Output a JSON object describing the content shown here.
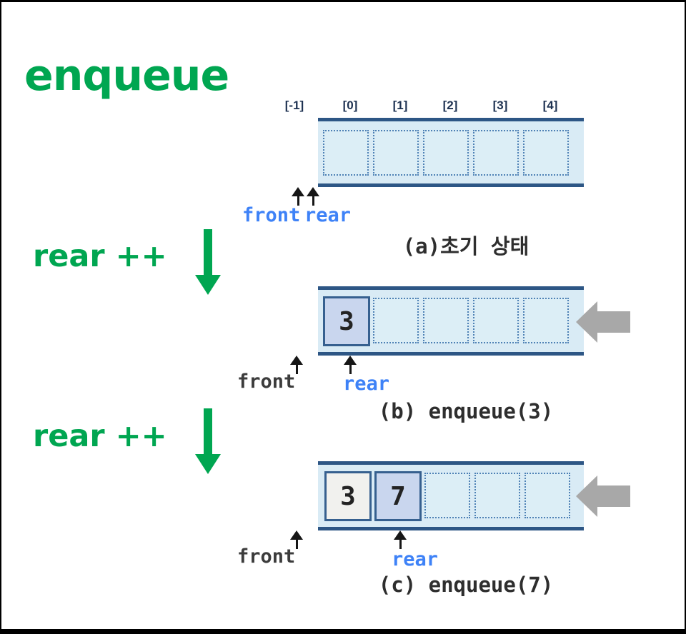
{
  "title": "enqueue",
  "colors": {
    "accent_green": "#00a651",
    "pointer_blue": "#3e82f7",
    "band_fill": "#d9ebf5",
    "band_border": "#2d5685",
    "cell_dotted_border": "#4e81b5",
    "cell_highlight_fill": "#c9d6ee",
    "cell_plain_fill": "#f1f1ee",
    "cell_solid_border": "#36608f",
    "insert_arrow_gray": "#a8a8a8",
    "index_navy": "#1e3252",
    "caption_dark": "#2e2e2e"
  },
  "operations": [
    {
      "label": "rear ++",
      "icon": "down-arrow"
    },
    {
      "label": "rear ++",
      "icon": "down-arrow"
    }
  ],
  "index_labels": [
    "[-1]",
    "[0]",
    "[1]",
    "[2]",
    "[3]",
    "[4]"
  ],
  "queues": [
    {
      "id": "a",
      "caption": "(a)초기 상태",
      "front_label": "front",
      "rear_label": "rear",
      "front_index": -1,
      "rear_index": -1,
      "cells": [
        {
          "value": "",
          "state": "empty"
        },
        {
          "value": "",
          "state": "empty"
        },
        {
          "value": "",
          "state": "empty"
        },
        {
          "value": "",
          "state": "empty"
        },
        {
          "value": "",
          "state": "empty"
        }
      ]
    },
    {
      "id": "b",
      "caption": "(b) enqueue(3)",
      "front_label": "front",
      "rear_label": "rear",
      "front_index": -1,
      "rear_index": 0,
      "has_insert_arrow": true,
      "cells": [
        {
          "value": "3",
          "state": "highlight"
        },
        {
          "value": "",
          "state": "empty"
        },
        {
          "value": "",
          "state": "empty"
        },
        {
          "value": "",
          "state": "empty"
        },
        {
          "value": "",
          "state": "empty"
        }
      ]
    },
    {
      "id": "c",
      "caption": "(c) enqueue(7)",
      "front_label": "front",
      "rear_label": "rear",
      "front_index": -1,
      "rear_index": 1,
      "has_insert_arrow": true,
      "cells": [
        {
          "value": "3",
          "state": "plain"
        },
        {
          "value": "7",
          "state": "highlight"
        },
        {
          "value": "",
          "state": "empty"
        },
        {
          "value": "",
          "state": "empty"
        },
        {
          "value": "",
          "state": "empty"
        }
      ]
    }
  ]
}
